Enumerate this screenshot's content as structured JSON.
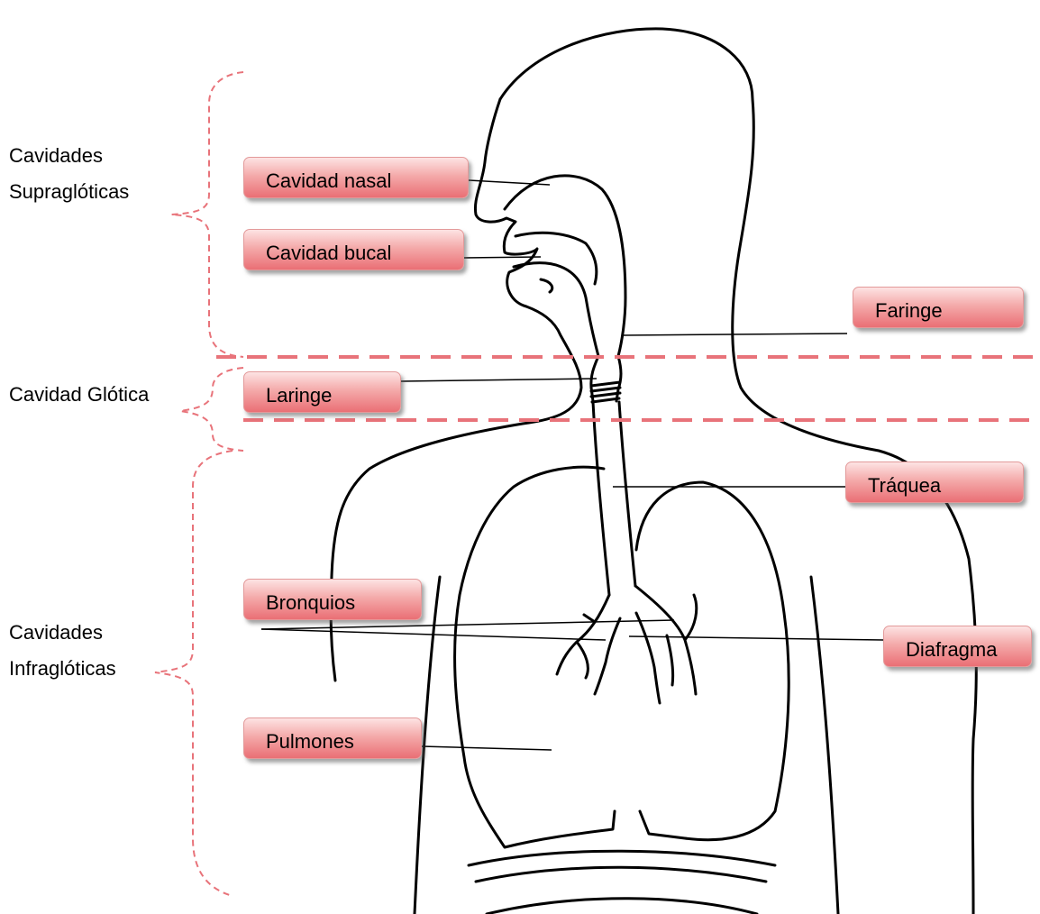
{
  "regions": {
    "supraglottic": "Cavidades\nSupraglóticas",
    "glottic": "Cavidad Glótica",
    "infraglottic": "Cavidades\nInfraglóticas"
  },
  "labels": {
    "nasal": "Cavidad nasal",
    "bucal": "Cavidad bucal",
    "faringe": "Faringe",
    "laringe": "Laringe",
    "traquea": "Tráquea",
    "bronquios": "Bronquios",
    "pulmones": "Pulmones",
    "diafragma": "Diafragma"
  },
  "colors": {
    "accent": "#e8737a",
    "outline": "#000000"
  }
}
